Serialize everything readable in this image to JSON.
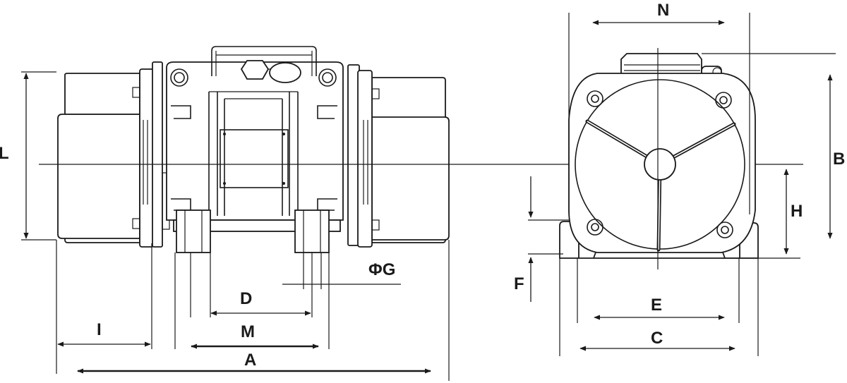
{
  "labels": {
    "L": "L",
    "I": "I",
    "D": "D",
    "M": "M",
    "A": "A",
    "G": "ΦG",
    "N": "N",
    "B": "B",
    "H": "H",
    "F": "F",
    "E": "E",
    "C": "C"
  },
  "icons": {
    "side_view": "vibration-motor-side-view",
    "end_view": "vibration-motor-end-view"
  }
}
